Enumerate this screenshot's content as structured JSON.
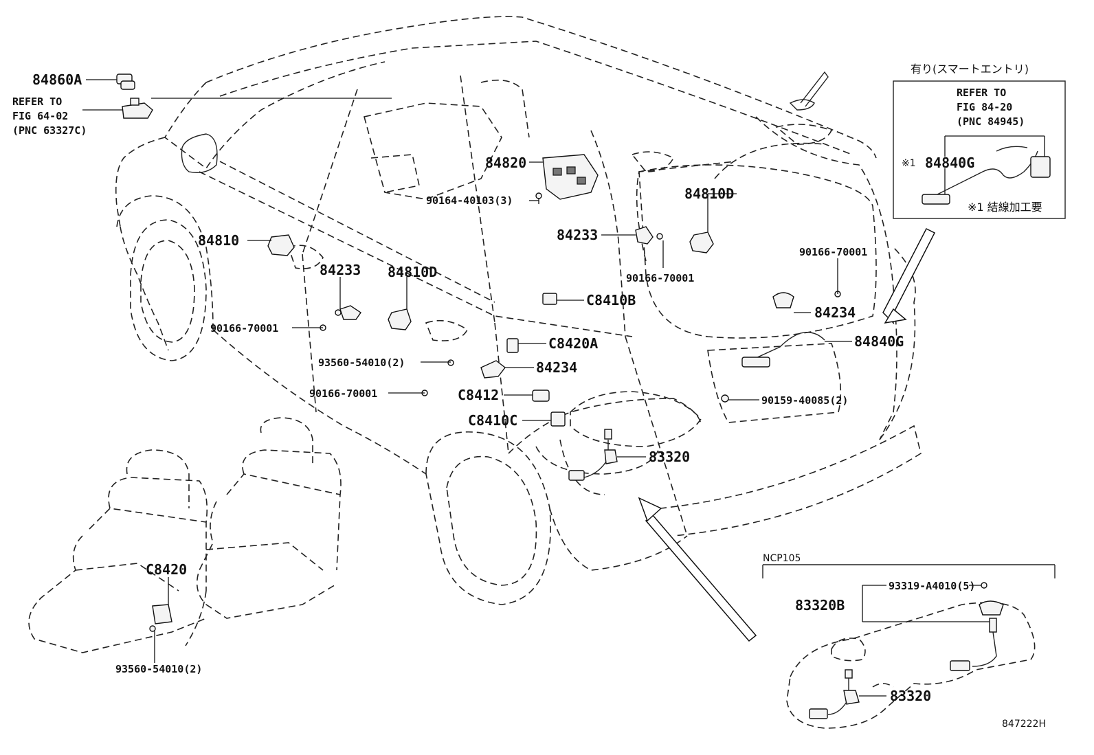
{
  "labels": {
    "p84860A": "84860A",
    "ref1_l1": "REFER TO",
    "ref1_l2": "FIG 64-02",
    "ref1_l3": "(PNC 63327C)",
    "p84820": "84820",
    "p90164": "90164-40103(3)",
    "p84810": "84810",
    "p84233_left": "84233",
    "p84810D_left": "84810D",
    "p84233_right": "84233",
    "p84810D_right": "84810D",
    "p90166_a": "90166-70001",
    "p90166_b": "90166-70001",
    "p90166_c": "90166-70001",
    "p90166_d": "90166-70001",
    "pC8410B": "C8410B",
    "pC8420A": "C8420A",
    "p93560_a": "93560-54010(2)",
    "p84234_a": "84234",
    "p84234_b": "84234",
    "pC8412": "C8412",
    "pC8410C": "C8410C",
    "p83320_main": "83320",
    "p84840G_main": "84840G",
    "p90159": "90159-40085(2)",
    "pC8420": "C8420",
    "p93560_b": "93560-54010(2)"
  },
  "smart_box": {
    "title": "有り(スマートエントリ)",
    "ref_l1": "REFER TO",
    "ref_l2": "FIG 84-20",
    "ref_l3": "(PNC 84945)",
    "mark_part": "※1",
    "part": "84840G",
    "note": "※1 結線加工要"
  },
  "ncp_box": {
    "title": "NCP105",
    "p93319": "93319-A4010(5)",
    "p83320B": "83320B",
    "p83320": "83320"
  },
  "diagram_id": "847222H"
}
